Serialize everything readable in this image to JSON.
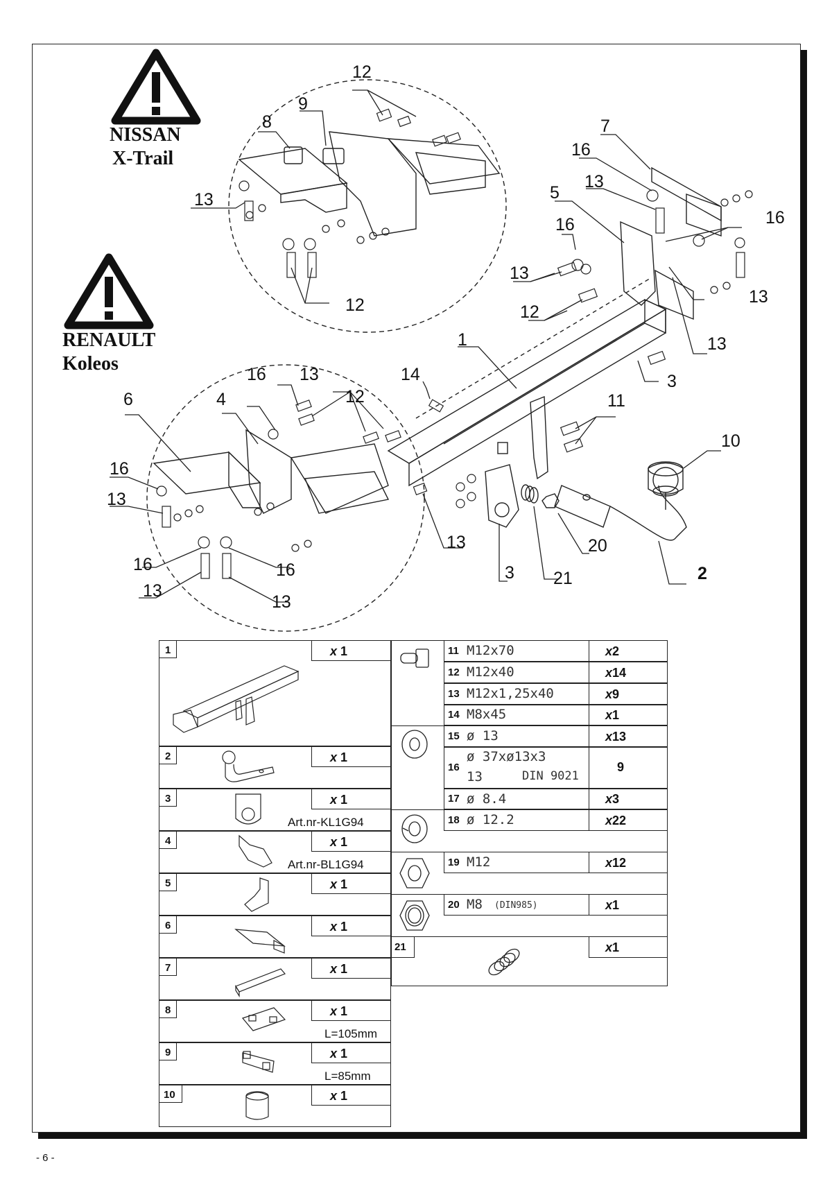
{
  "warnings": {
    "nissan": {
      "line1": "NISSAN",
      "line2": "X-Trail"
    },
    "renault": {
      "line1": "RENAULT",
      "line2": "Koleos"
    }
  },
  "callouts": {
    "top_circle": [
      "12",
      "9",
      "8",
      "13",
      "12"
    ],
    "right_assembly": [
      "7",
      "16",
      "13",
      "5",
      "16",
      "16",
      "13",
      "12",
      "13",
      "13",
      "3",
      "1",
      "11",
      "10",
      "14"
    ],
    "bottom_left": [
      "16",
      "13",
      "12",
      "6",
      "4",
      "16",
      "13",
      "16",
      "13",
      "16",
      "13",
      "13"
    ],
    "bottom_center": [
      "3",
      "21",
      "20",
      "2"
    ]
  },
  "parts_left": [
    {
      "no": "1",
      "qty_prefix": "x",
      "qty": "1",
      "note": ""
    },
    {
      "no": "2",
      "qty_prefix": "x",
      "qty": "1",
      "note": ""
    },
    {
      "no": "3",
      "qty_prefix": "x",
      "qty": "1",
      "note": "Art.nr-KL1G94"
    },
    {
      "no": "4",
      "qty_prefix": "x",
      "qty": "1",
      "note": "Art.nr-BL1G94"
    },
    {
      "no": "5",
      "qty_prefix": "x",
      "qty": "1",
      "note": ""
    },
    {
      "no": "6",
      "qty_prefix": "x",
      "qty": "1",
      "note": ""
    },
    {
      "no": "7",
      "qty_prefix": "x",
      "qty": "1",
      "note": ""
    },
    {
      "no": "8",
      "qty_prefix": "x",
      "qty": "1",
      "note": "L=105mm"
    },
    {
      "no": "9",
      "qty_prefix": "x",
      "qty": "1",
      "note": "L=85mm"
    },
    {
      "no": "10",
      "qty_prefix": "x",
      "qty": "1",
      "note": ""
    }
  ],
  "parts_right": [
    {
      "no": "11",
      "spec": "M12x70",
      "qty_prefix": "x",
      "qty": "2"
    },
    {
      "no": "12",
      "spec": "M12x40",
      "qty_prefix": "x",
      "qty": "14"
    },
    {
      "no": "13",
      "spec": "M12x1,25x40",
      "qty_prefix": "x",
      "qty": "9"
    },
    {
      "no": "14",
      "spec": "M8x45",
      "qty_prefix": "x",
      "qty": "1"
    },
    {
      "no": "15",
      "spec": "ø 13",
      "qty_prefix": "x",
      "qty": "13"
    },
    {
      "no": "16",
      "spec": "ø 37xø13x3",
      "spec2a": "13",
      "spec2b": "DIN 9021",
      "qty_prefix": "",
      "qty": "9"
    },
    {
      "no": "17",
      "spec": "ø 8.4",
      "qty_prefix": "x",
      "qty": "3"
    },
    {
      "no": "18",
      "spec": "ø 12.2",
      "qty_prefix": "x",
      "qty": "22"
    },
    {
      "no": "19",
      "spec": "M12",
      "qty_prefix": "x",
      "qty": "12"
    },
    {
      "no": "20",
      "spec": "M8",
      "spec_small": "(DIN985)",
      "qty_prefix": "x",
      "qty": "1"
    },
    {
      "no": "21",
      "spec": "",
      "qty_prefix": "x",
      "qty": "1"
    }
  ],
  "page_number": "- 6 -"
}
